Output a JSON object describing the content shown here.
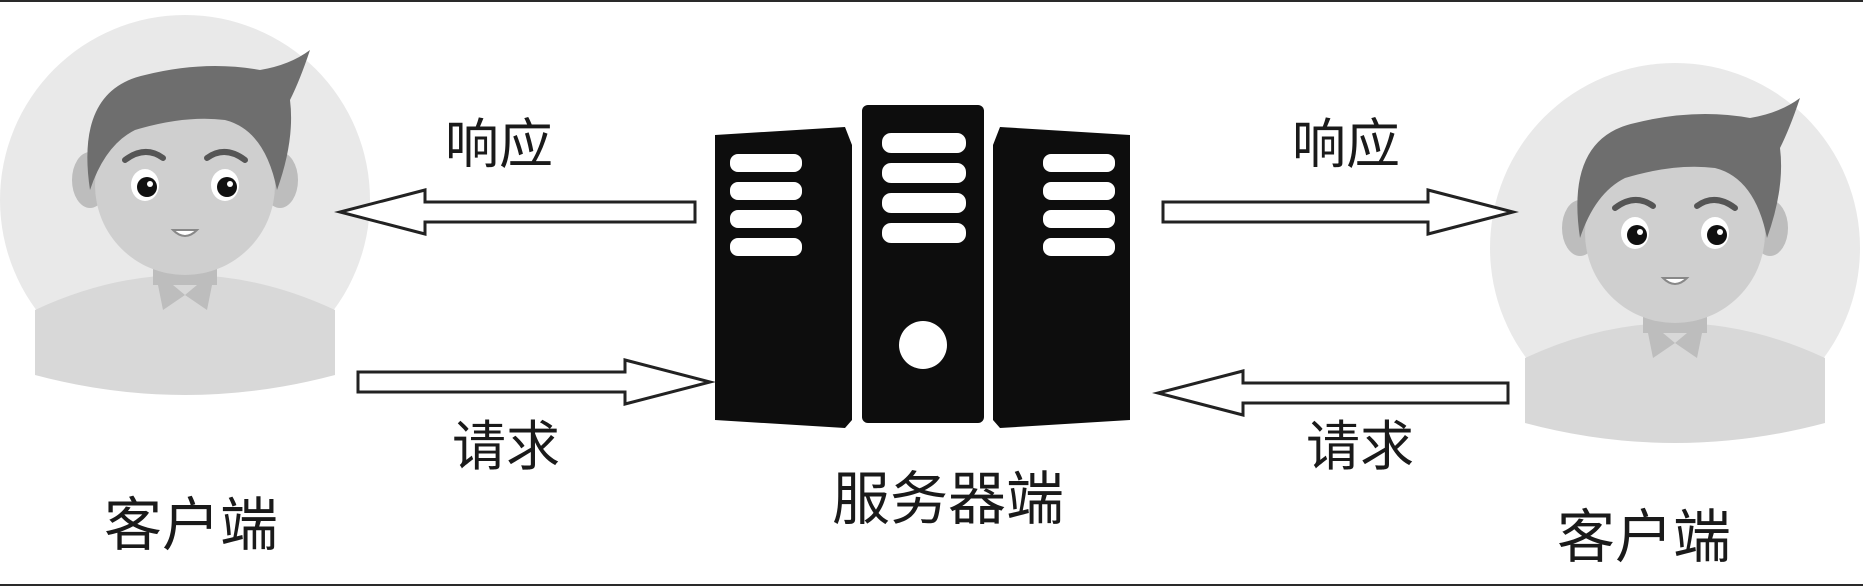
{
  "labels": {
    "response": "响应",
    "request": "请求",
    "client": "客户端",
    "server": "服务器端"
  },
  "colors": {
    "ink": "#111111",
    "avatar_bg": "#e8e8e8",
    "hair": "#6b6b6b",
    "skin": "#c9c9c9",
    "server": "#0d0d0d",
    "arrow_fill": "#ffffff",
    "arrow_stroke": "#222222"
  }
}
